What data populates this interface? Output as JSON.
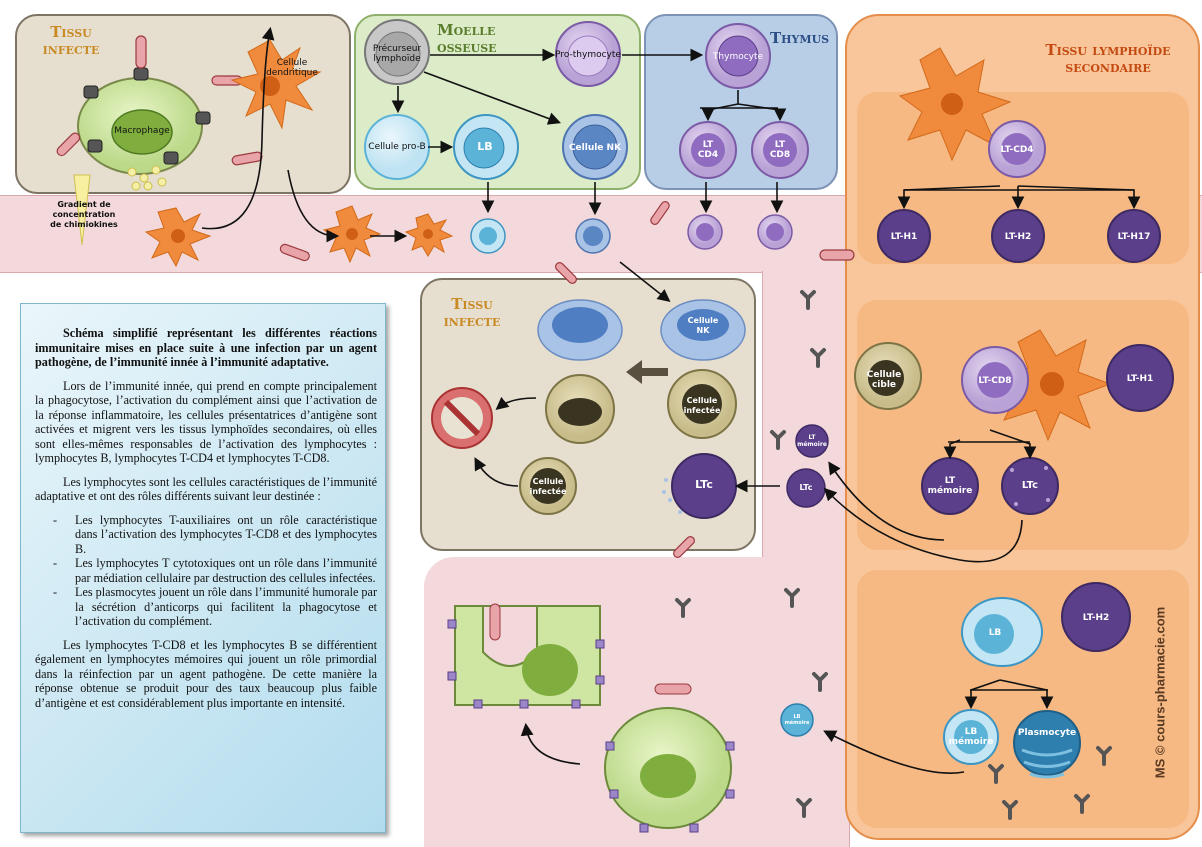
{
  "panels": {
    "tissu_infecte_top": "Tissu\ninfecte",
    "moelle_osseuse": "Moelle osseuse",
    "thymus": "Thymus",
    "tissu_lymphoide": "Tissu lymphoïde\nsecondaire",
    "tissu_infecte_mid": "Tissu\ninfecte"
  },
  "labels": {
    "macrophage": "Macrophage",
    "cellule_dendritique": "Cellule\ndendritique",
    "gradient": "Gradient de\nconcentration\nde chimiokines",
    "precurseur": "Précurseur\nlymphoïde",
    "pro_thymocyte": "Pro-thymocyte",
    "thymocyte": "Thymocyte",
    "cellule_pro_b": "Cellule pro-B",
    "lb": "LB",
    "cellule_nk": "Cellule NK",
    "lt_cd4": "LT\nCD4",
    "lt_cd8": "LT\nCD8",
    "lt_cd4_right": "LT-CD4",
    "lt_h1": "LT-H1",
    "lt_h2": "LT-H2",
    "lt_h17": "LT-H17",
    "cellule_cible": "Cellule\ncible",
    "lt_cd8_right": "LT-CD8",
    "lt_h1_right": "LT-H1",
    "lt_memoire": "LT\nmémoire",
    "ltc": "LTc",
    "lb_right": "LB",
    "lt_h2_right": "LT-H2",
    "lb_memoire": "LB\nmémoire",
    "plasmocyte": "Plasmocyte",
    "cellule_nk_mid": "Cellule\nNK",
    "cellule_infectee_1": "Cellule\ninfectée",
    "cellule_infectee_2": "Cellule\ninfectée",
    "ltc_mid": "LTc",
    "lt_memoire_vessel": "LT\nmémoire",
    "ltc_vessel": "LTc",
    "lb_memoire_vessel": "LB\nmémoire"
  },
  "text": {
    "intro": "Schéma simplifié représentant les différentes réactions immunitaire mises en place suite à une infection par un agent pathogène, de l’immunité innée à l’immunité adaptative.",
    "p1": "Lors de l’immunité innée, qui prend en compte principalement la phagocytose, l’activation du complément ainsi que l’activation de la réponse inflammatoire, les cellules présentatrices d’antigène sont activées et migrent vers les tissus lymphoïdes secondaires, où elles sont elles-mêmes responsables de l’activation des lymphocytes : lymphocytes B, lymphocytes T-CD4 et lymphocytes T-CD8.",
    "p2": "Les lymphocytes sont les cellules caractéristiques de l’immunité adaptative et ont des rôles différents suivant leur destinée :",
    "b1": "Les lymphocytes T-auxiliaires ont un rôle caractéristique dans l’activation des lymphocytes T-CD8 et des lymphocytes B.",
    "b2": "Les lymphocytes T cytotoxiques ont un rôle dans l’immunité par médiation cellulaire par destruction des cellules infectées.",
    "b3": "Les plasmocytes jouent un rôle dans l’immunité humorale par la sécrétion d’anticorps qui facilitent la phagocytose et l’activation du complément.",
    "p3": "Les lymphocytes T-CD8 et les lymphocytes B se différentient également en lymphocytes mémoires qui jouent un rôle primordial dans la réinfection par un agent pathogène. De cette manière la réponse obtenue se produit pour des taux beaucoup plus faible d’antigène et est considérablement plus importante en intensité."
  },
  "watermark": "MS © cours-pharmacie.com",
  "colors": {
    "tissue": "#e4dccd",
    "marrow": "#dcebc8",
    "thymus": "#b8cde6",
    "lymphoid": "#f7c394",
    "vessel": "#f2d8da",
    "lymphocyte_purple": "#7b5aa6",
    "lb_blue": "#5bb3d8",
    "nk_blue": "#5a86c4",
    "dendritic": "#f08a3c"
  }
}
